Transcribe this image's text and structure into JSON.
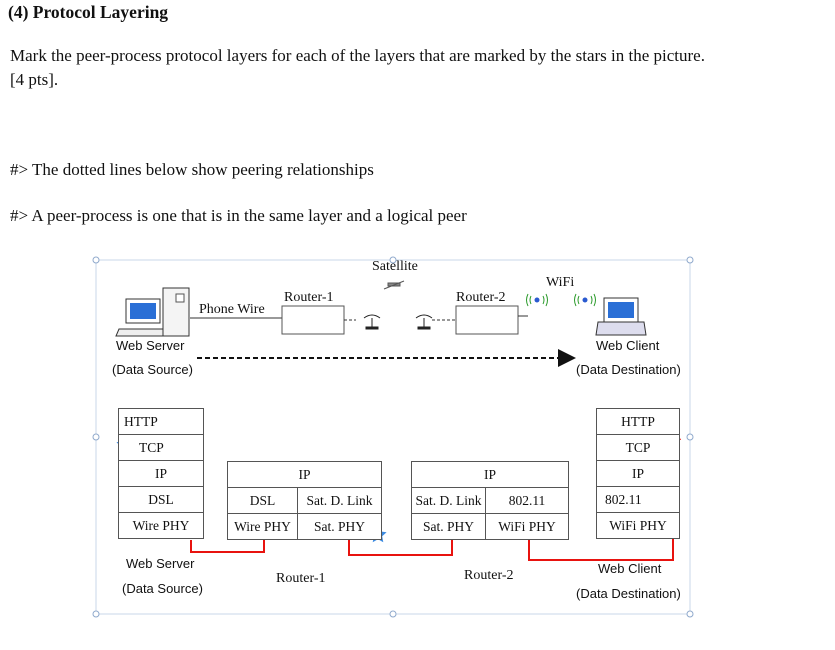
{
  "question": {
    "heading": "(4) Protocol Layering",
    "prompt_line1": "Mark the peer-process protocol layers for each of the layers that are marked by the stars in the picture.",
    "prompt_line2": "[4 pts].",
    "note1": "#> The dotted lines below show peering relationships",
    "note2": "#> A peer-process is one that is in the same layer and a logical peer"
  },
  "diagram": {
    "top": {
      "satellite": "Satellite",
      "wifi": "WiFi",
      "router1": "Router-1",
      "router2": "Router-2",
      "phone_wire": "Phone Wire",
      "web_server": "Web Server",
      "data_source": "(Data Source)",
      "web_client": "Web Client",
      "data_destination": "(Data Destination)"
    },
    "server_stack": [
      "HTTP",
      "TCP",
      "IP",
      "DSL",
      "Wire PHY"
    ],
    "router1": {
      "ip": "IP",
      "left_col": [
        "DSL",
        "Wire PHY"
      ],
      "right_col": [
        "Sat. D. Link",
        "Sat. PHY"
      ]
    },
    "router2": {
      "ip": "IP",
      "left_col": [
        "Sat. D. Link",
        "Sat. PHY"
      ],
      "right_col": [
        "802.11",
        "WiFi PHY"
      ]
    },
    "client_stack": [
      "HTTP",
      "TCP",
      "IP",
      "802.11",
      "WiFi PHY"
    ],
    "bottom": {
      "web_server": "Web Server",
      "data_source": "(Data Source)",
      "router1": "Router-1",
      "router2": "Router-2",
      "web_client": "Web Client",
      "data_destination": "(Data Destination)"
    },
    "colors": {
      "arrow": "#e8130f",
      "star": "#3d8be0",
      "frame": "#b8cde8"
    }
  }
}
